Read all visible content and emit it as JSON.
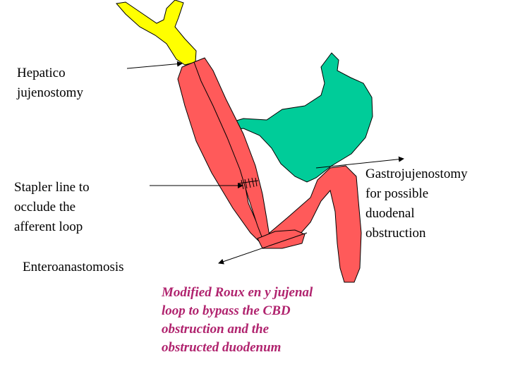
{
  "labels": {
    "hepatico": [
      "Hepatico",
      "jujenostomy"
    ],
    "stapler": [
      "Stapler line to",
      "occlude the",
      "afferent loop"
    ],
    "entero": "Enteroanastomosis",
    "gastro": [
      "Gastrojujenostomy",
      "for possible",
      "duodenal",
      "obstruction"
    ]
  },
  "caption": {
    "lines": [
      "Modified Roux en y jujenal",
      "loop to bypass the CBD",
      "obstruction and the",
      "obstructed duodenum"
    ],
    "color": "#b0236e"
  },
  "colors": {
    "bile_duct": "#ffff00",
    "stomach": "#00cc99",
    "intestine": "#ff5a5a",
    "outline": "#000000"
  }
}
